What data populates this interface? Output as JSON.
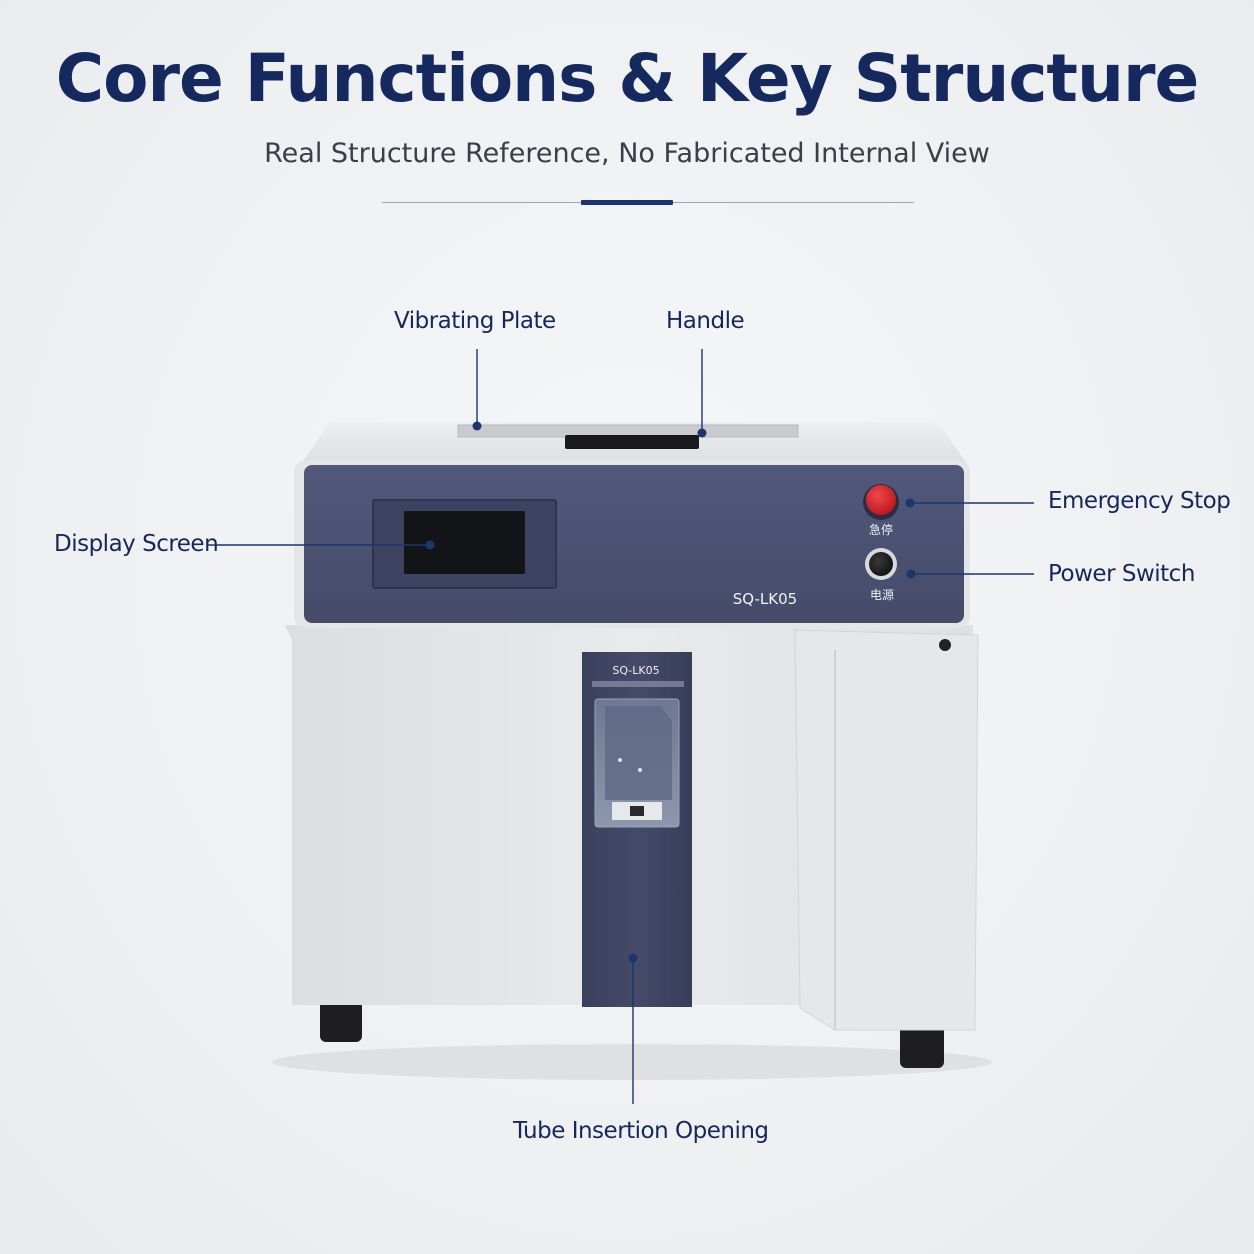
{
  "header": {
    "title": "Core Functions & Key Structure",
    "subtitle": "Real Structure Reference, No Fabricated Internal View"
  },
  "callouts": {
    "vibrating_plate": "Vibrating Plate",
    "handle": "Handle",
    "display_screen": "Display Screen",
    "emergency_stop": "Emergency Stop",
    "power_switch": "Power Switch",
    "tube_insertion_opening": "Tube Insertion Opening"
  },
  "machine": {
    "model_label": "SQ-LK05",
    "front_model_label": "SQ-LK05",
    "emergency_stop_label": "急停",
    "power_label": "电源"
  },
  "colors": {
    "title": "#15295e",
    "panel": "#4a5170",
    "body": "#e4e5e7",
    "callout_line": "#1c3570",
    "estop": "#d8242a"
  }
}
